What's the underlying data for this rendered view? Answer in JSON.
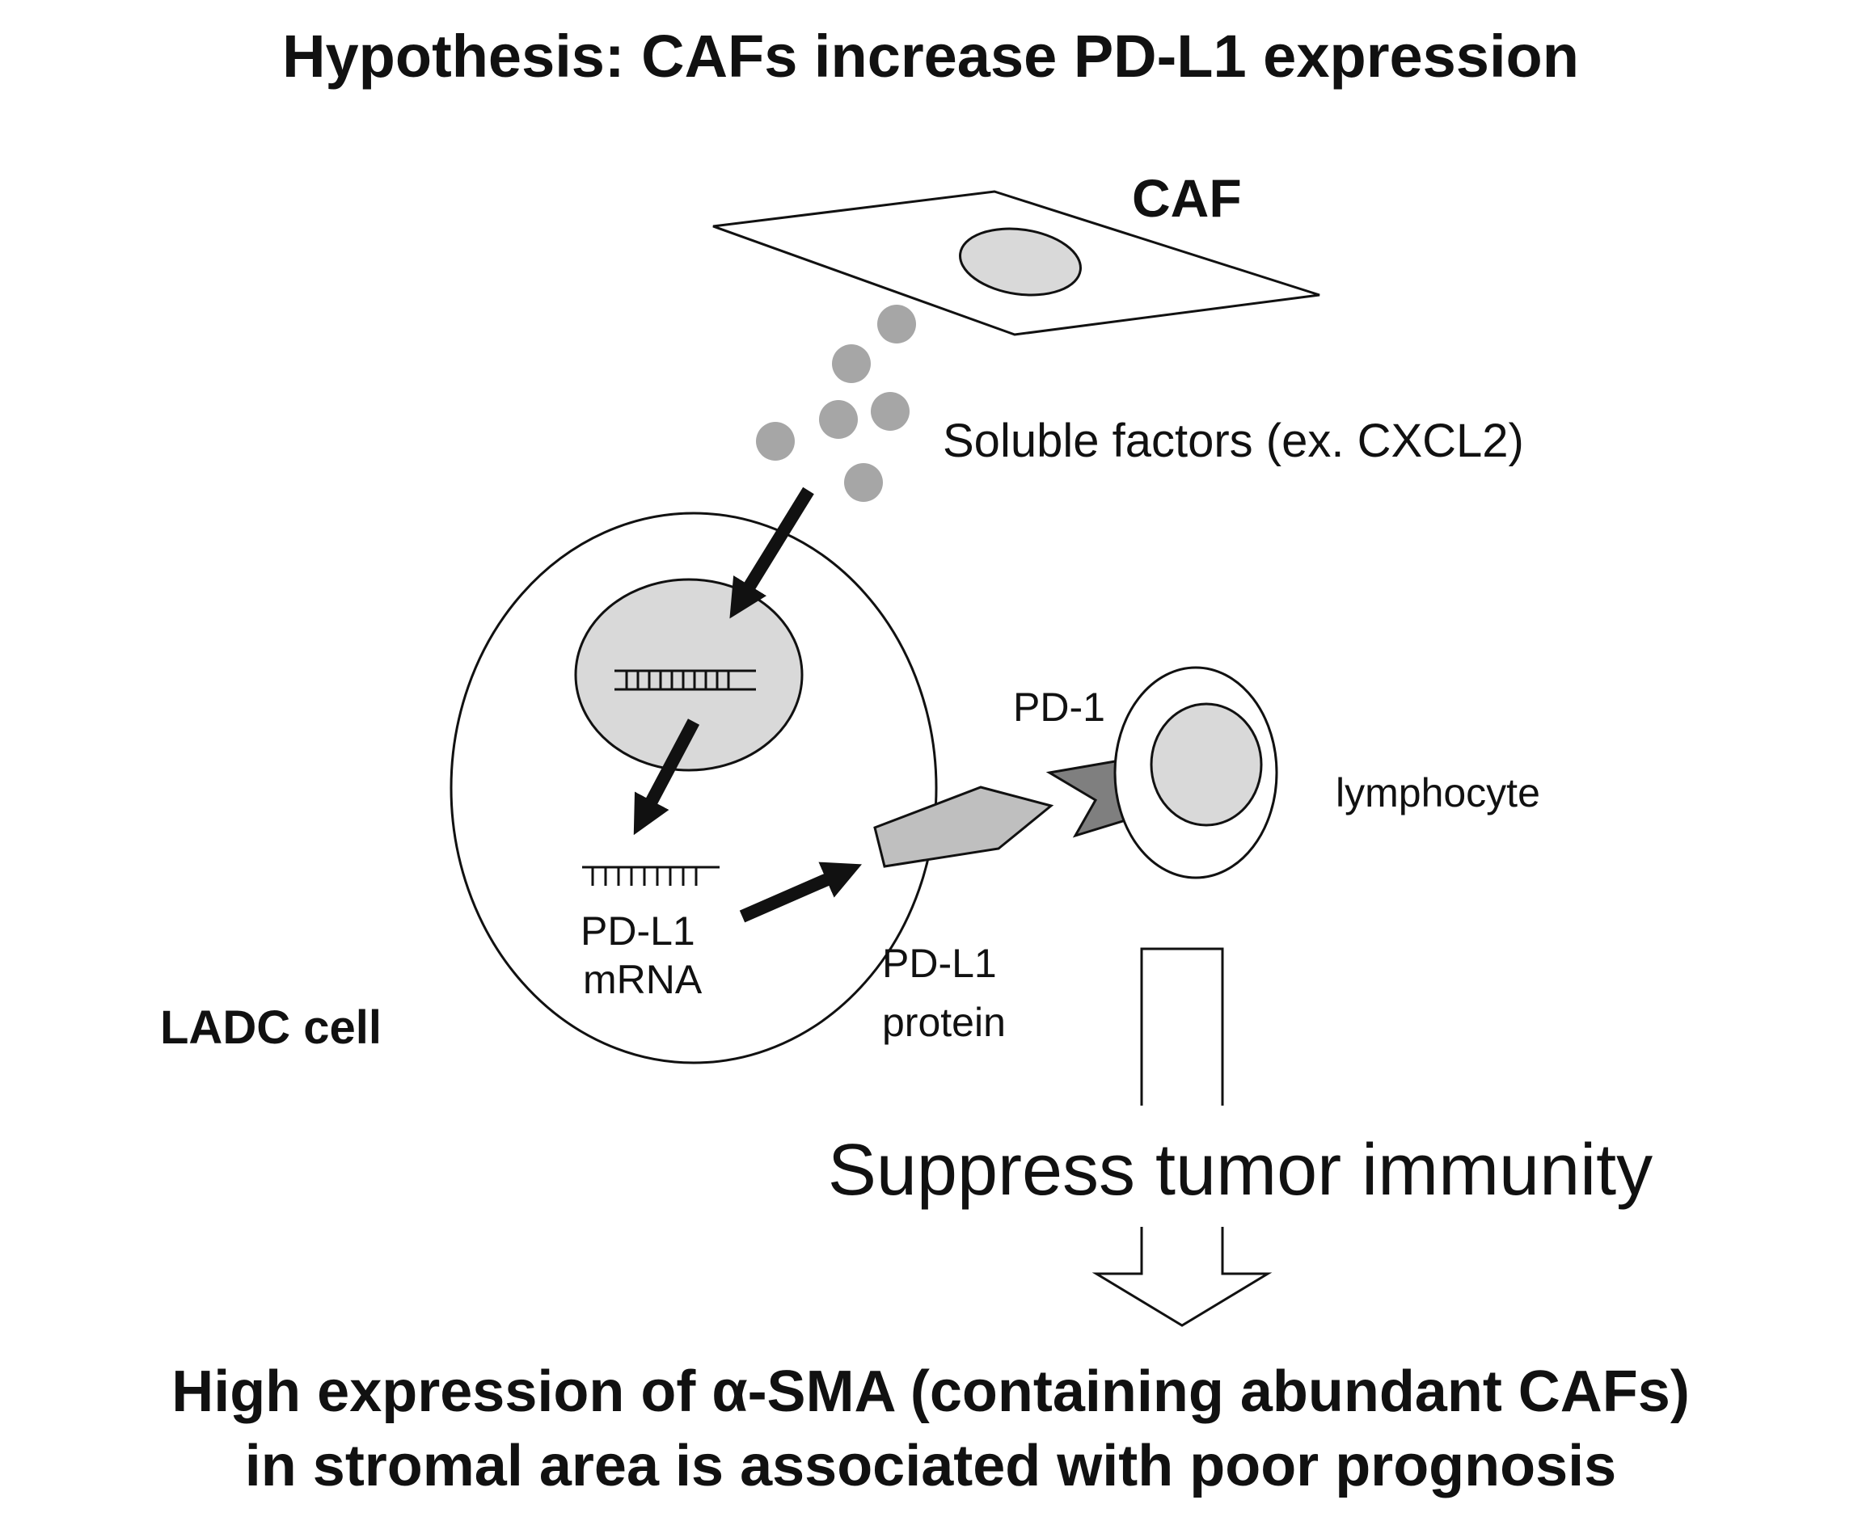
{
  "title": "Hypothesis: CAFs increase PD-L1 expression",
  "labels": {
    "caf": "CAF",
    "soluble_factors": "Soluble factors (ex. CXCL2)",
    "pd1": "PD-1",
    "lymphocyte": "lymphocyte",
    "pdl1_mrna_line1": "PD-L1",
    "pdl1_mrna_line2": "mRNA",
    "pdl1_protein_line1": "PD-L1",
    "pdl1_protein_line2": "protein",
    "ladc_cell": "LADC cell",
    "suppress": "Suppress tumor immunity"
  },
  "conclusion": {
    "line1": "High expression of α-SMA (containing abundant CAFs)",
    "line2": "in stromal area is associated with poor prognosis"
  },
  "colors": {
    "nucleus_fill": "#d9d9d9",
    "factor_dot": "#a6a6a6",
    "pdl1_protein_fill": "#bfbfbf",
    "pd1_fill": "#7f7f7f",
    "stroke": "#111111"
  }
}
